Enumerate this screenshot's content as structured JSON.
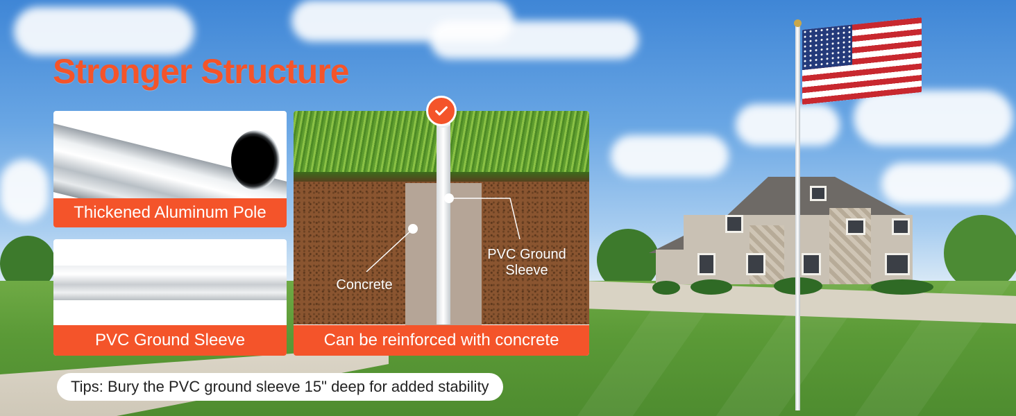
{
  "heading": {
    "title": "Stronger Structure"
  },
  "cards": {
    "aluminum_label": "Thickened Aluminum Pole",
    "pvc_label": "PVC Ground Sleeve",
    "diagram_label": "Can be reinforced with concrete"
  },
  "diagram": {
    "concrete_callout": "Concrete",
    "sleeve_callout_line1": "PVC Ground",
    "sleeve_callout_line2": "Sleeve"
  },
  "tips": {
    "text": "Tips: Bury the PVC ground sleeve 15\" deep for added stability"
  },
  "colors": {
    "accent": "#f4542a",
    "label_text": "#ffffff"
  },
  "icons": {
    "check": "check-icon",
    "flag": "us-flag"
  }
}
